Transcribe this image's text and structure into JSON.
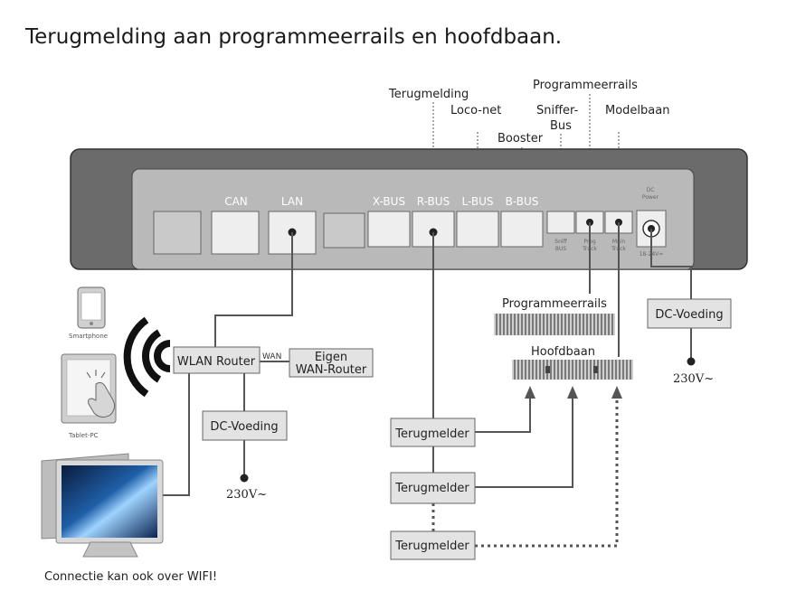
{
  "title": "Terugmelding aan programmeerrails en hoofdbaan.",
  "top_labels": {
    "terugmelding": "Terugmelding",
    "loconet": "Loco-net",
    "booster": "Booster",
    "sniffer_line1": "Sniffer-",
    "sniffer_line2": "Bus",
    "programmeerrails": "Programmeerrails",
    "modelbaan": "Modelbaan"
  },
  "ports": {
    "can": "CAN",
    "lan": "LAN",
    "xbus": "X-BUS",
    "rbus": "R-BUS",
    "lbus": "L-BUS",
    "bbus": "B-BUS",
    "dc_power_line1": "DC",
    "dc_power_line2": "Power",
    "sniff_line1": "Sniff",
    "sniff_line2": "BUS",
    "prog_line1": "Prog",
    "prog_line2": "Track",
    "main_line1": "Main",
    "main_line2": "Track",
    "voltage": "18-24V="
  },
  "devices": {
    "smartphone": "Smartphone",
    "tablet": "Tablet-PC",
    "wlan_router": "WLAN Router",
    "wan": "WAN",
    "eigen_line1": "Eigen",
    "eigen_line2": "WAN-Router",
    "dc_voeding_left": "DC-Voeding",
    "mains_left": "230V~",
    "dc_voeding_right": "DC-Voeding",
    "mains_right": "230V~",
    "connectie": "Connectie kan ook over WIFI!"
  },
  "tracks": {
    "programmeerrails": "Programmeerrails",
    "hoofdbaan": "Hoofdbaan"
  },
  "terugmelders": [
    "Terugmelder",
    "Terugmelder",
    "Terugmelder"
  ],
  "colors": {
    "device_outer": "#6b6b6b",
    "device_inner": "#b9b9b9",
    "port_fill": "#eeeeee",
    "box_fill": "#e3e3e3",
    "line": "#555555"
  }
}
